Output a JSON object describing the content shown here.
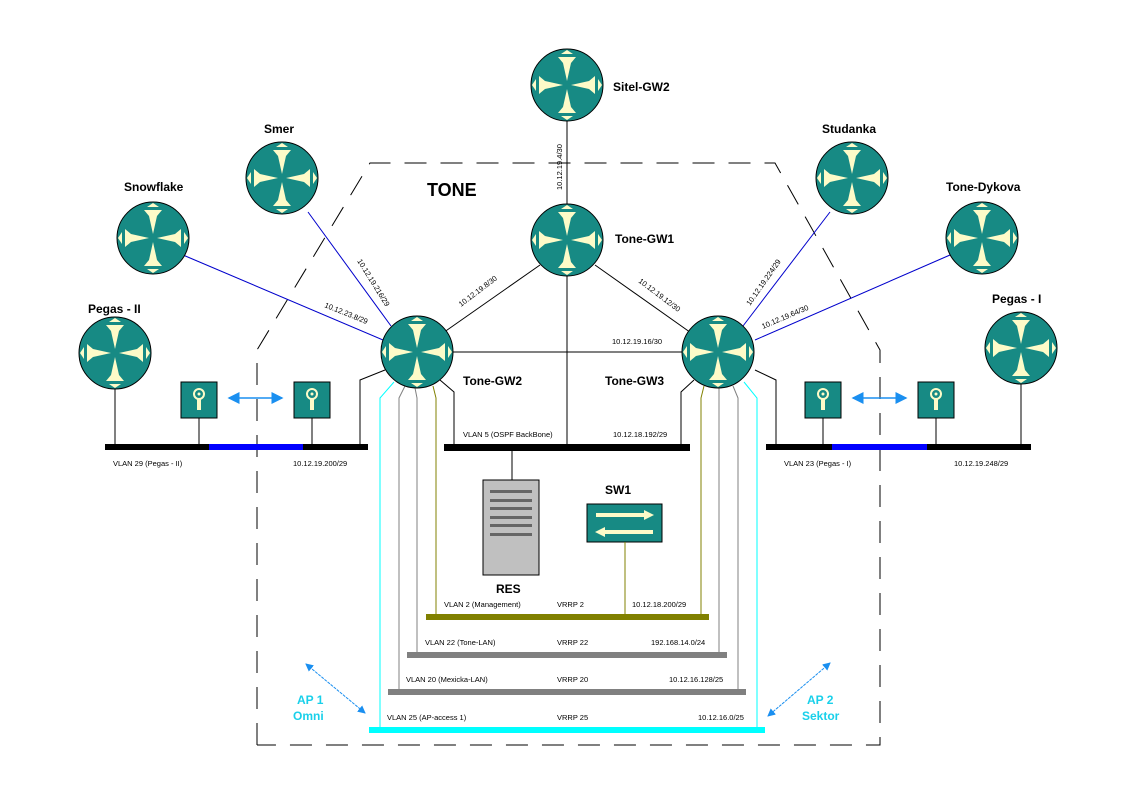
{
  "diagram": {
    "title": "TONE",
    "colors": {
      "router_fill": "#178a84",
      "router_glyph": "#fdfbc8",
      "link_black": "#000000",
      "link_blue": "#0000cc",
      "vlan_mgmt": "#808000",
      "vlan_gray": "#808080",
      "vlan_ap": "#00ffff",
      "ap_arrow": "#1a8ff0",
      "ap_label": "#19d0ea",
      "bridge_blue": "#0000ff"
    },
    "routers": {
      "sitel_gw2": "Sitel-GW2",
      "smer": "Smer",
      "snowflake": "Snowflake",
      "pegas_ii": "Pegas - II",
      "tone_gw1": "Tone-GW1",
      "tone_gw2": "Tone-GW2",
      "tone_gw3": "Tone-GW3",
      "studanka": "Studanka",
      "tone_dykova": "Tone-Dykova",
      "pegas_i": "Pegas - I"
    },
    "links": {
      "sitel_gw1": "10.12.19.4/30",
      "gw1_gw2": "10.12.19.8/30",
      "gw1_gw3": "10.12.19.12/30",
      "gw2_gw3": "10.12.19.16/30",
      "smer_gw2": "10.12.19.216/29",
      "snowflake_gw2": "10.12.23.8/29",
      "studanka_gw3": "10.12.19.224/29",
      "dykova_gw3": "10.12.19.64/30"
    },
    "segments": {
      "vlan29": {
        "name": "VLAN 29 (Pegas - II)",
        "subnet": "10.12.19.200/29"
      },
      "vlan23": {
        "name": "VLAN 23 (Pegas - I)",
        "subnet": "10.12.19.248/29"
      },
      "vlan5": {
        "name": "VLAN 5 (OSPF BackBone)",
        "subnet": "10.12.18.192/29"
      },
      "vlan2": {
        "name": "VLAN 2 (Management)",
        "vrrp": "VRRP 2",
        "subnet": "10.12.18.200/29"
      },
      "vlan22": {
        "name": "VLAN 22 (Tone-LAN)",
        "vrrp": "VRRP 22",
        "subnet": "192.168.14.0/24"
      },
      "vlan20": {
        "name": "VLAN 20 (Mexicka-LAN)",
        "vrrp": "VRRP 20",
        "subnet": "10.12.16.128/25"
      },
      "vlan25": {
        "name": "VLAN 25 (AP-access 1)",
        "vrrp": "VRRP 25",
        "subnet": "10.12.16.0/25"
      }
    },
    "devices": {
      "server": "RES",
      "switch": "SW1"
    },
    "access_points": {
      "ap1_line1": "AP 1",
      "ap1_line2": "Omni",
      "ap2_line1": "AP 2",
      "ap2_line2": "Sektor"
    }
  }
}
